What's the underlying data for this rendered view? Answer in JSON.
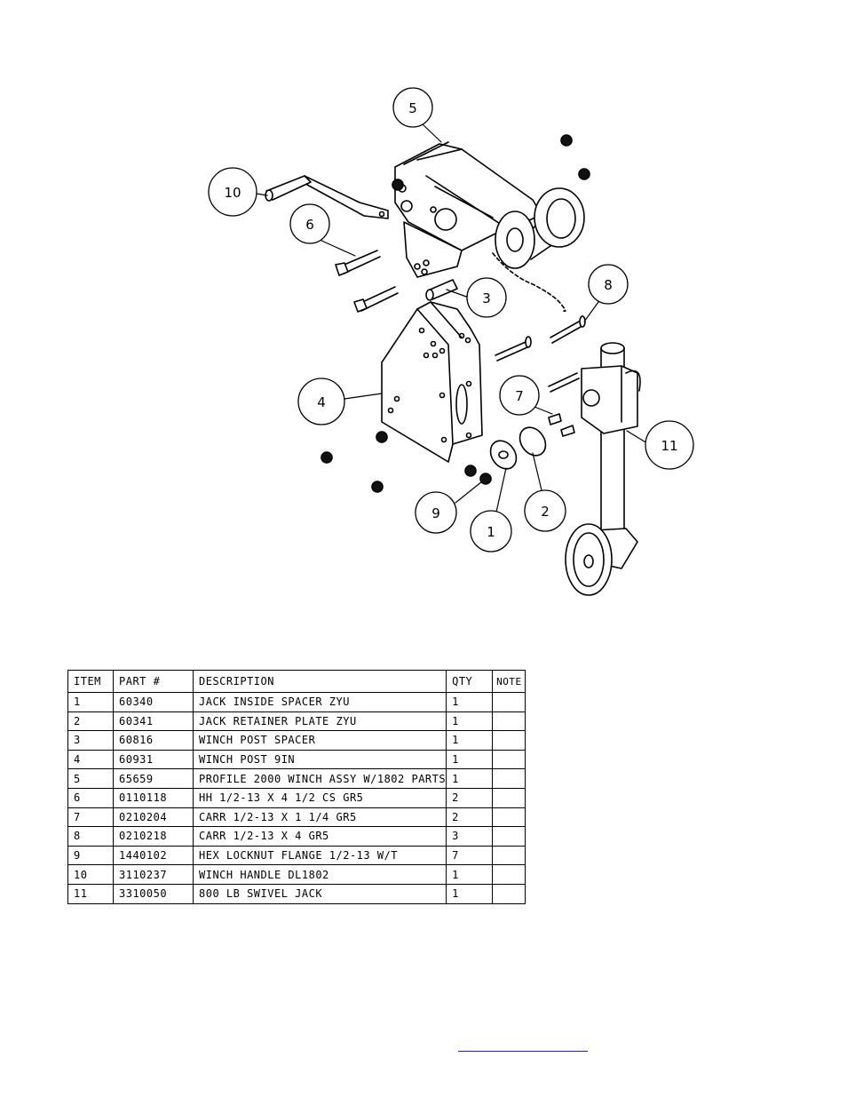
{
  "callouts": [
    "5",
    "10",
    "6",
    "3",
    "8",
    "4",
    "7",
    "11",
    "9",
    "1",
    "2"
  ],
  "table": {
    "headers": [
      "ITEM",
      "PART #",
      "DESCRIPTION",
      "QTY",
      "NOTE"
    ],
    "rows": [
      {
        "item": "1",
        "part": "60340",
        "description": "JACK INSIDE SPACER ZYU",
        "qty": "1",
        "note": ""
      },
      {
        "item": "2",
        "part": "60341",
        "description": "JACK RETAINER PLATE ZYU",
        "qty": "1",
        "note": ""
      },
      {
        "item": "3",
        "part": "60816",
        "description": "WINCH POST SPACER",
        "qty": "1",
        "note": ""
      },
      {
        "item": "4",
        "part": "60931",
        "description": "WINCH POST 9IN",
        "qty": "1",
        "note": ""
      },
      {
        "item": "5",
        "part": "65659",
        "description": "PROFILE 2000 WINCH ASSY W/1802 PARTS",
        "qty": "1",
        "note": ""
      },
      {
        "item": "6",
        "part": "0110118",
        "description": "HH 1/2-13 X 4 1/2 CS GR5",
        "qty": "2",
        "note": ""
      },
      {
        "item": "7",
        "part": "0210204",
        "description": "CARR 1/2-13 X 1 1/4 GR5",
        "qty": "2",
        "note": ""
      },
      {
        "item": "8",
        "part": "0210218",
        "description": "CARR 1/2-13 X 4 GR5",
        "qty": "3",
        "note": ""
      },
      {
        "item": "9",
        "part": "1440102",
        "description": "HEX LOCKNUT FLANGE 1/2-13 W/T",
        "qty": "7",
        "note": ""
      },
      {
        "item": "10",
        "part": "3110237",
        "description": "WINCH HANDLE  DL1802",
        "qty": "1",
        "note": ""
      },
      {
        "item": "11",
        "part": "3310050",
        "description": "800 LB SWIVEL JACK",
        "qty": "1",
        "note": ""
      }
    ]
  }
}
